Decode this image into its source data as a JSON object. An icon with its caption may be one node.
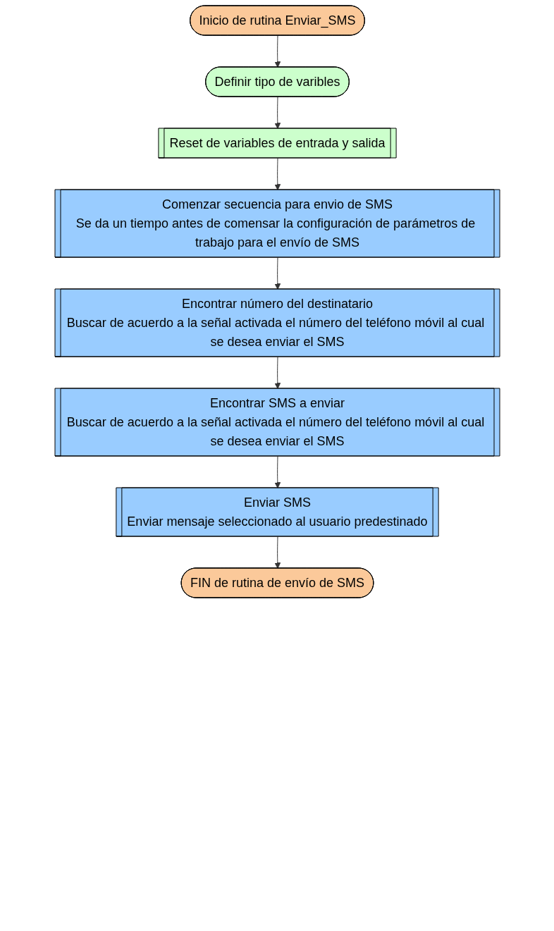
{
  "diagram": {
    "nodes": [
      {
        "text": [
          "Inicio de rutina Enviar_SMS"
        ]
      },
      {
        "text": [
          "Definir tipo de varibles"
        ]
      },
      {
        "text": [
          "Reset de variables de entrada y salida"
        ]
      },
      {
        "text": [
          "Comenzar secuencia para envio de SMS",
          "Se da un tiempo antes de comensar la configuración de parámetros de trabajo para el envío de SMS"
        ]
      },
      {
        "text": [
          "Encontrar número del destinatario",
          "Buscar de acuerdo a la señal activada el número del teléfono móvil al cual se desea enviar el SMS"
        ]
      },
      {
        "text": [
          "Encontrar SMS a enviar",
          "Buscar de acuerdo a la señal activada el número del teléfono móvil al cual se desea enviar el SMS"
        ]
      },
      {
        "text": [
          "Enviar SMS",
          "Enviar mensaje seleccionado al usuario predestinado"
        ]
      },
      {
        "text": [
          "FIN de rutina de envío de SMS"
        ]
      }
    ],
    "edges": [
      {
        "from": 0,
        "to": 1,
        "arrow": "to"
      },
      {
        "from": 1,
        "to": 2,
        "arrow": "to"
      },
      {
        "from": 2,
        "to": 3,
        "arrow": "to"
      },
      {
        "from": 3,
        "to": 4,
        "arrow": "to"
      },
      {
        "from": 4,
        "to": 5,
        "arrow": "to"
      },
      {
        "from": 5,
        "to": 6,
        "arrow": "to"
      },
      {
        "from": 6,
        "to": 7,
        "arrow": "to"
      }
    ]
  }
}
